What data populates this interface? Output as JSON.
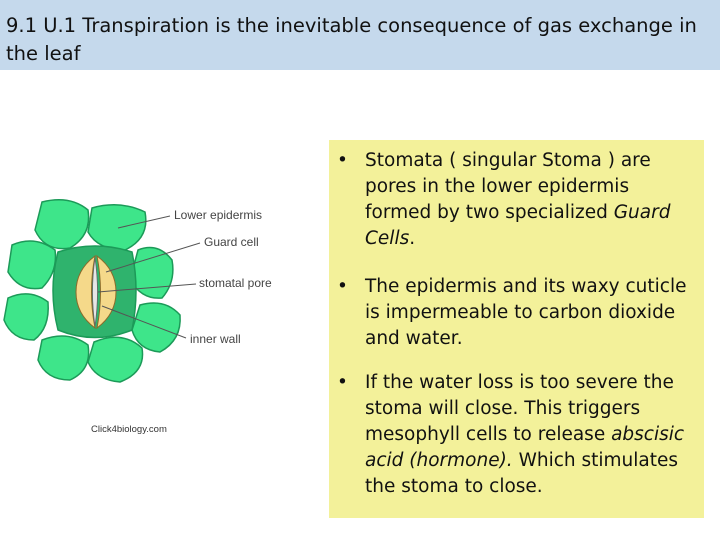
{
  "slide": {
    "title": "9.1 U.1 Transpiration is the inevitable consequence of gas exchange in the leaf"
  },
  "diagram": {
    "labels": {
      "lower_epidermis": "Lower epidermis",
      "guard_cell": "Guard cell",
      "stomatal_pore": "stomatal pore",
      "inner_wall": "inner wall"
    },
    "credit": "Click4biology.com",
    "colors": {
      "epidermal_cell": "#3ee58a",
      "epidermal_outline": "#1c9a58",
      "guard_zone": "#2fb36d",
      "guard_cell": "#f5d98a",
      "pore": "#e6e6e6"
    }
  },
  "notes": {
    "bullet_char": "•",
    "items": [
      {
        "parts": [
          {
            "text": "Stomata ( singular Stoma ) are pores in the lower epidermis formed by two specialized ",
            "italic": false
          },
          {
            "text": "Guard Cells",
            "italic": true
          },
          {
            "text": ".",
            "italic": false
          }
        ]
      },
      {
        "parts": [
          {
            "text": "The epidermis and its waxy cuticle is impermeable to carbon dioxide and water.",
            "italic": false
          }
        ]
      },
      {
        "parts": [
          {
            "text": "If the water loss is too severe the stoma will close. This triggers mesophyll cells to release ",
            "italic": false
          },
          {
            "text": "abscisic acid (hormone).",
            "italic": true
          },
          {
            "text": " Which stimulates the stoma to close.",
            "italic": false
          }
        ]
      }
    ],
    "background": "#f3f19a"
  },
  "theme": {
    "title_background": "#c5d9ec"
  }
}
